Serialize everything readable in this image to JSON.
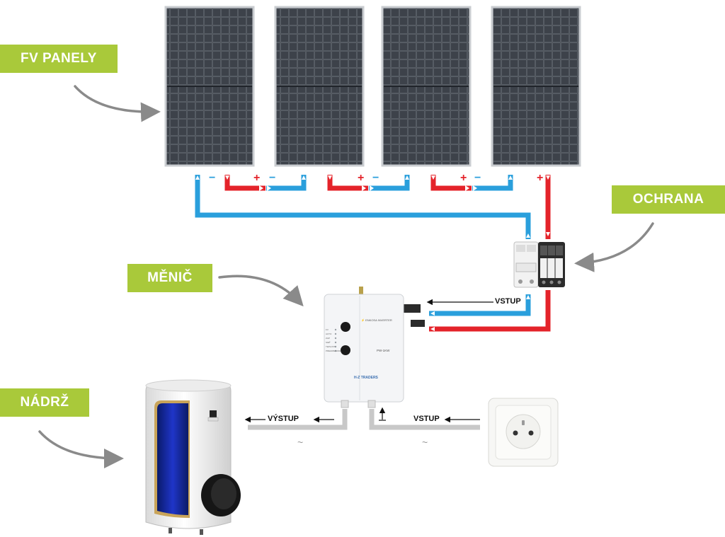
{
  "labels": {
    "panels": "FV PANELY",
    "protection": "OCHRANA",
    "inverter": "MĚNIČ",
    "tank": "NÁDRŽ"
  },
  "flow": {
    "inverter_input": "VSTUP",
    "inverter_output": "VÝSTUP",
    "grid_input": "VSTUP"
  },
  "polarity": {
    "plus": "+",
    "minus": "−"
  },
  "inverter": {
    "brand": "⚡ ENKOSA INVERTER",
    "model": "PW-1KW",
    "maker": "H-Z TRADERS",
    "knob_label": "",
    "status_leds": [
      "FV",
      "AUTO",
      "ZAP",
      "SIEŤ",
      "TEPLOTA",
      "PREHRIEVANIE"
    ]
  },
  "colors": {
    "accent": "#a9c93a",
    "positive_wire": "#e4232a",
    "negative_wire": "#2a9fdc",
    "ac_cable": "#c8c8c8",
    "panel": "#2e3238",
    "arrow": "#8a8a8a"
  }
}
